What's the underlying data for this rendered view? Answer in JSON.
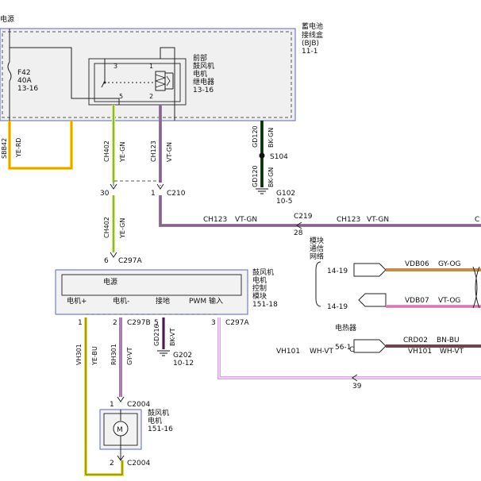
{
  "power": {
    "label": "电源"
  },
  "fuse": {
    "id": "F42",
    "rating": "40A",
    "ref": "13-16"
  },
  "bjb": {
    "title_line1": "蓄电池",
    "title_line2": "接线盒",
    "title_line3": "(BJB)",
    "ref": "11-1"
  },
  "relay": {
    "title_line1": "前部",
    "title_line2": "鼓风机",
    "title_line3": "电机",
    "title_line4": "继电器",
    "ref": "13-16",
    "pin_3": "3",
    "pin_1": "1",
    "pin_5": "5",
    "pin_2": "2"
  },
  "wires": {
    "sbb42": "SBB42",
    "sbb42_color": "YE-RD",
    "ch402": "CH402",
    "ch402_color": "YE-GN",
    "ch123": "CH123",
    "ch123_color": "VT-GN",
    "gd120": "GD120",
    "gd120_color": "BK-GN",
    "rh301": "RH301",
    "rh301_color": "GY-VT",
    "vh301": "VH301",
    "vh301_color": "YE-BU",
    "gd216": "GD216",
    "gd216_color": "BK-VT",
    "vh101": "VH101",
    "vh101_color": "WH-VT",
    "vdb06": "VDB06",
    "vdb06_color": "GY-OG",
    "vdb07": "VDB07",
    "vdb07_color": "VT-OG",
    "crd02": "CRD02",
    "crd02_color": "BN-BU"
  },
  "splice": {
    "id": "S104"
  },
  "ground_g102": {
    "id": "G102",
    "ref": "10-5"
  },
  "ground_g202": {
    "id": "G202",
    "ref": "10-12"
  },
  "connectors": {
    "c210": "C210",
    "c210_pin_30": "30",
    "c210_pin_1": "1",
    "c219": "C219",
    "c219_pin_28": "28",
    "c219_pin_39": "39",
    "c297a": "C297A",
    "c297a_pin_6": "6",
    "c297a_pin_1": "1",
    "c297a_pin_3": "3",
    "c297b": "C297B",
    "c297b_pin_2": "2",
    "c297b_pin_5": "5",
    "c2004": "C2004",
    "c2004_pin_1": "1",
    "c2004_pin_2": "2",
    "edge_c": "C"
  },
  "module": {
    "title_line1": "鼓风机",
    "title_line2": "电机",
    "title_line3": "控制",
    "title_line4": "模块",
    "ref": "151-18",
    "power": "电源",
    "motor_plus": "电机+",
    "motor_minus": "电机-",
    "ground": "接地",
    "pwm_input": "PWM 输入"
  },
  "module_comm": {
    "line1": "模块",
    "line2": "通信",
    "line3": "网络",
    "ref_1": "14-19",
    "ref_2": "14-19"
  },
  "electric_heater": {
    "label": "电热器",
    "ref": "56-1"
  },
  "motor": {
    "title_line1": "鼓风机",
    "title_line2": "电机",
    "ref": "151-16",
    "symbol": "M"
  },
  "colors": {
    "yellow": "#f2e400",
    "yellow_green": "#c8e64a",
    "green": "#2e7d32",
    "violet": "#b06ab8",
    "gray": "#b0b0b0",
    "black": "#222222",
    "orange": "#d08a2a",
    "pink": "#f08ec0",
    "brown": "#8b4513",
    "blue": "#3a4db0",
    "light_violet": "#d6a6dc",
    "box_fill": "#f2f2f2",
    "box_border": "#5566cc"
  }
}
